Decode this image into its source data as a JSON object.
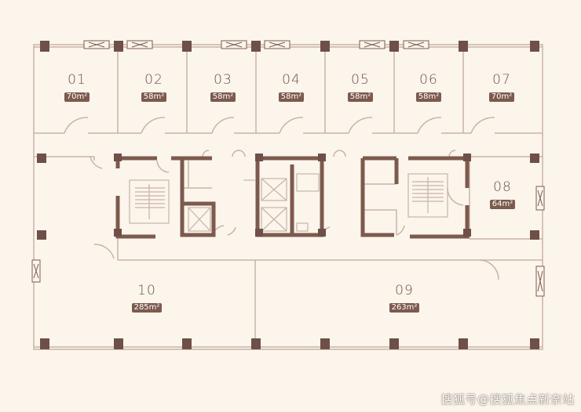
{
  "units": [
    {
      "id": "01",
      "area": "70",
      "unit": "m²"
    },
    {
      "id": "02",
      "area": "58",
      "unit": "m²"
    },
    {
      "id": "03",
      "area": "58",
      "unit": "m²"
    },
    {
      "id": "04",
      "area": "58",
      "unit": "m²"
    },
    {
      "id": "05",
      "area": "58",
      "unit": "m²"
    },
    {
      "id": "06",
      "area": "58",
      "unit": "m²"
    },
    {
      "id": "07",
      "area": "70",
      "unit": "m²"
    },
    {
      "id": "08",
      "area": "64",
      "unit": "m²"
    },
    {
      "id": "09",
      "area": "263",
      "unit": "m²"
    },
    {
      "id": "10",
      "area": "285",
      "unit": "m²"
    }
  ],
  "watermark": "搜狐号@搜狐焦点新奈站",
  "colors": {
    "wall": "#7d5a4e",
    "line": "#c9b3a6",
    "column": "#6e5048",
    "background": "#fbf5ec",
    "label_bg": "#7d5a4e"
  }
}
